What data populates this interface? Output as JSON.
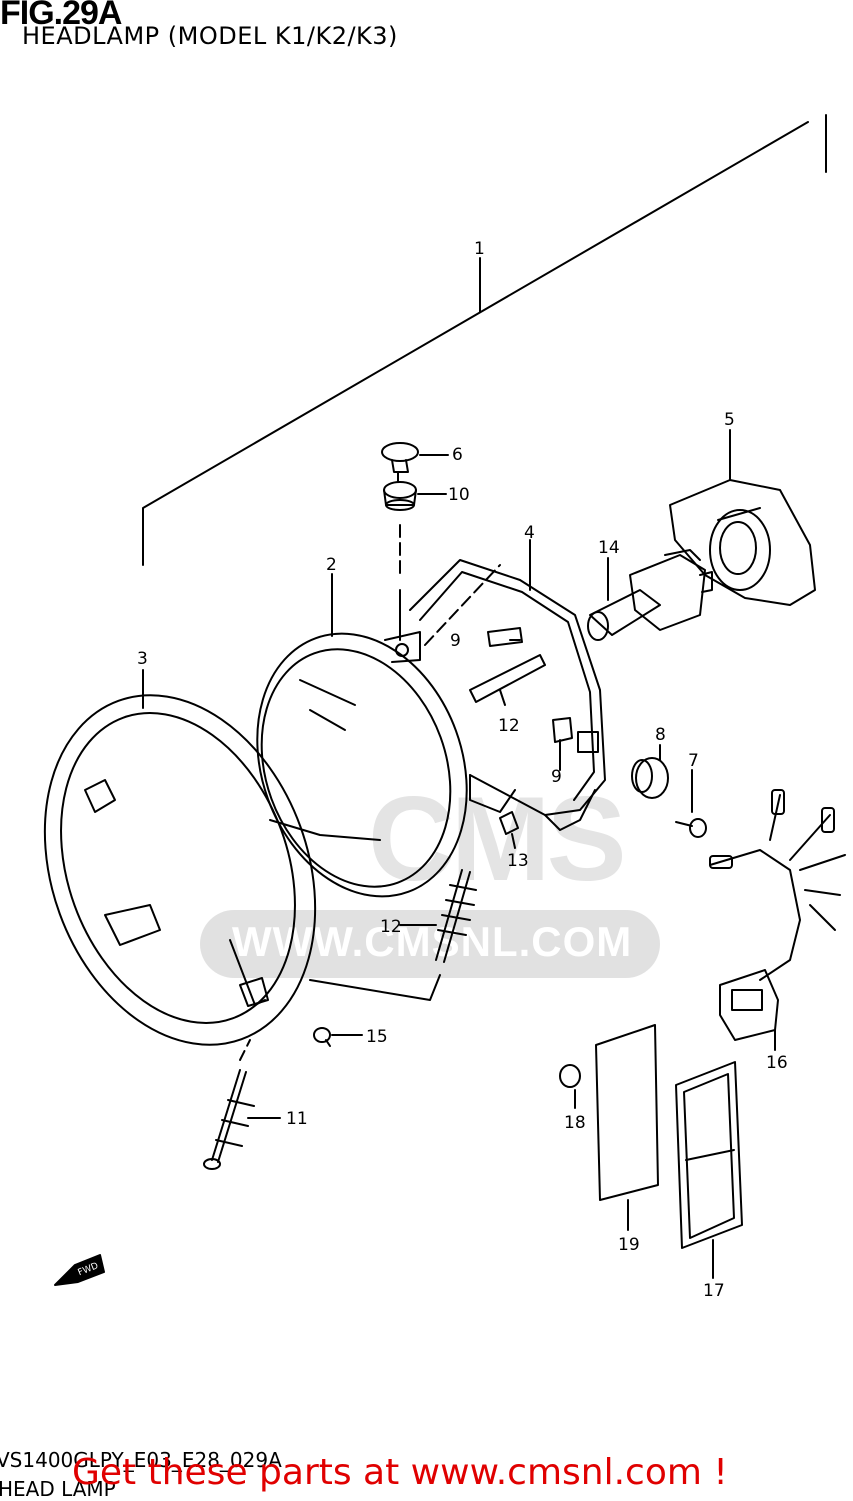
{
  "header": {
    "fig": "FIG.29A",
    "subtitle": "HEADLAMP (MODEL K1/K2/K3)"
  },
  "footer": {
    "code": "VS1400GLPY_E03_E28_029A",
    "name": "HEAD LAMP",
    "cta": "Get these parts at www.cmsnl.com !"
  },
  "watermark": {
    "text": "WWW.CMSNL.COM",
    "letters": "CMS"
  },
  "fwd_label": "FWD",
  "callouts": [
    {
      "id": "c1",
      "number": "1"
    },
    {
      "id": "c2",
      "number": "2"
    },
    {
      "id": "c3",
      "number": "3"
    },
    {
      "id": "c4",
      "number": "4"
    },
    {
      "id": "c5",
      "number": "5"
    },
    {
      "id": "c6",
      "number": "6"
    },
    {
      "id": "c7",
      "number": "7"
    },
    {
      "id": "c8",
      "number": "8"
    },
    {
      "id": "c9a",
      "number": "9"
    },
    {
      "id": "c9b",
      "number": "9"
    },
    {
      "id": "c10",
      "number": "10"
    },
    {
      "id": "c11",
      "number": "11"
    },
    {
      "id": "c12a",
      "number": "12"
    },
    {
      "id": "c12b",
      "number": "12"
    },
    {
      "id": "c13",
      "number": "13"
    },
    {
      "id": "c14",
      "number": "14"
    },
    {
      "id": "c15",
      "number": "15"
    },
    {
      "id": "c16",
      "number": "16"
    },
    {
      "id": "c17",
      "number": "17"
    },
    {
      "id": "c18",
      "number": "18"
    },
    {
      "id": "c19",
      "number": "19"
    }
  ]
}
